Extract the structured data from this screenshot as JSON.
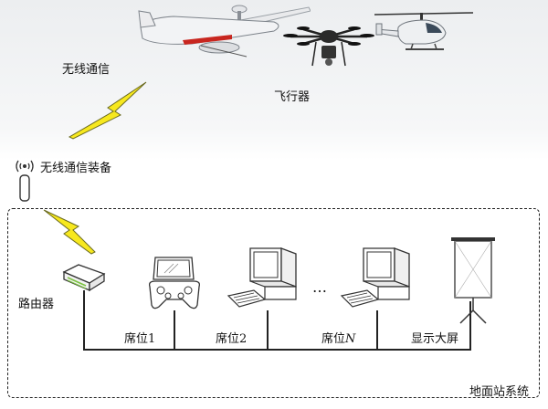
{
  "aircraft": {
    "label": "飞行器",
    "items": [
      "fixed-wing-uav",
      "multirotor-drone",
      "helicopter"
    ]
  },
  "wireless": {
    "link_label": "无线通信",
    "equipment_label": "无线通信装备"
  },
  "ground_station": {
    "label": "地面站系统",
    "router_label": "路由器",
    "seats": [
      {
        "prefix": "席位",
        "suffix": "1"
      },
      {
        "prefix": "席位",
        "suffix": "2"
      },
      {
        "prefix": "席位",
        "suffix": "N"
      }
    ],
    "ellipsis": "…",
    "screen_label": "显示大屏"
  },
  "colors": {
    "lightning": "#f7e81e",
    "line": "#222222"
  }
}
